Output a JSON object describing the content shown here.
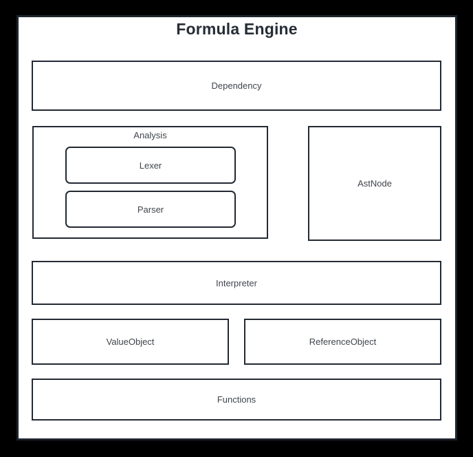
{
  "diagram": {
    "title": "Formula Engine"
  },
  "colors": {
    "page_background": "#000000",
    "card_background": "#ffffff",
    "card_border": "#1d242e",
    "node_border": "#222933",
    "node_text": "#3f444c",
    "title_text": "#252c36"
  },
  "nodes": {
    "dependency": {
      "label": "Dependency"
    },
    "analysis": {
      "label": "Analysis"
    },
    "lexer": {
      "label": "Lexer"
    },
    "parser": {
      "label": "Parser"
    },
    "astnode": {
      "label": "AstNode"
    },
    "interpreter": {
      "label": "Interpreter"
    },
    "valueobject": {
      "label": "ValueObject"
    },
    "referenceobject": {
      "label": "ReferenceObject"
    },
    "functions": {
      "label": "Functions"
    }
  }
}
